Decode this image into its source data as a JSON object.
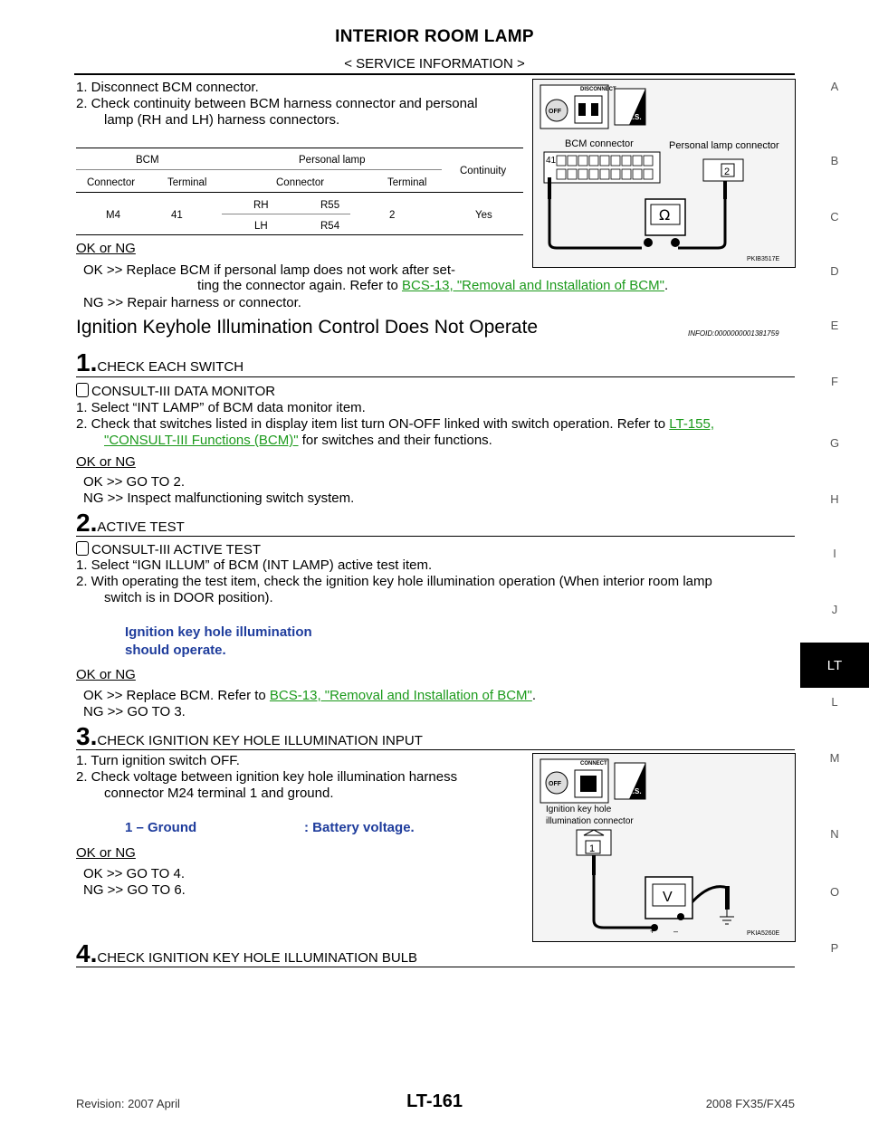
{
  "header": {
    "title": "INTERIOR ROOM LAMP",
    "subtitle": "< SERVICE INFORMATION >"
  },
  "side_index": [
    "A",
    "B",
    "C",
    "D",
    "E",
    "F",
    "G",
    "H",
    "I",
    "J",
    "LT",
    "L",
    "M",
    "N",
    "O",
    "P"
  ],
  "top_block": {
    "steps": [
      "1. Disconnect BCM connector.",
      "2. Check continuity between BCM harness connector and personal",
      "lamp (RH and LH) harness connectors."
    ],
    "table": {
      "group_bcm": "BCM",
      "group_personal": "Personal lamp",
      "continuity": "Continuity",
      "sub_connector": "Connector",
      "sub_terminal": "Terminal",
      "bcm_connector": "M4",
      "bcm_terminal": "41",
      "rh": "RH",
      "rh_conn": "R55",
      "lh": "LH",
      "lh_conn": "R54",
      "pl_terminal": "2",
      "result": "Yes"
    },
    "ok_ng": "OK or NG",
    "ok_line1": "OK    >> Replace BCM if personal lamp does not work after set-",
    "ok_line2_pre": "ting the connector again. Refer to ",
    "ok_link": "BCS-13, \"Removal and Installation of BCM\"",
    "ok_line2_post": ".",
    "ng_line": "NG    >> Repair harness or connector."
  },
  "figure1": {
    "disconnect": "DISCONNECT",
    "hs": "H.S.",
    "bcm_connector": "BCM connector",
    "personal_connector": "Personal lamp connector",
    "pin41": "41",
    "pin2": "2",
    "ohm": "Ω",
    "code": "PKIB3517E"
  },
  "section": {
    "heading": "Ignition Keyhole Illumination Control Does Not Operate",
    "infoid": "INFOID:0000000001381759"
  },
  "step1": {
    "num": "1.",
    "title": "CHECK EACH SWITCH",
    "mode": "CONSULT-III DATA MONITOR",
    "line1": "1. Select “INT LAMP” of BCM data monitor item.",
    "line2_pre": "2. Check that switches listed in display item list turn ON-OFF linked with switch operation. Refer to ",
    "link_a": "LT-155,",
    "link_b": "\"CONSULT-III Functions (BCM)\"",
    "line3_post": " for switches and their functions.",
    "ok_ng": "OK or NG",
    "ok": "OK    >> GO TO 2.",
    "ng": "NG    >> Inspect malfunctioning switch system."
  },
  "step2": {
    "num": "2.",
    "title": "ACTIVE TEST",
    "mode": "CONSULT-III ACTIVE TEST",
    "line1": "1. Select “IGN ILLUM” of BCM (INT LAMP) active test item.",
    "line2": "2. With operating the test item, check the ignition key hole illumination operation (When interior room lamp",
    "line3": "switch is in DOOR position).",
    "spec1": "Ignition key hole illumination",
    "spec2": "should operate.",
    "ok_ng": "OK or NG",
    "ok_pre": "OK    >> Replace BCM. Refer to ",
    "ok_link": "BCS-13, \"Removal and Installation of BCM\"",
    "ok_post": ".",
    "ng": "NG    >> GO TO 3."
  },
  "step3": {
    "num": "3.",
    "title": "CHECK IGNITION KEY HOLE ILLUMINATION INPUT",
    "line1": "1. Turn ignition switch OFF.",
    "line2": "2. Check voltage between ignition key hole illumination harness",
    "line3": "connector M24 terminal 1 and ground.",
    "spec_left": "1 – Ground",
    "spec_right": ": Battery voltage.",
    "ok_ng": "OK or NG",
    "ok": "OK    >> GO TO 4.",
    "ng": "NG    >> GO TO 6."
  },
  "figure2": {
    "connect": "CONNECT",
    "hs": "H.S.",
    "label1": "Ignition key hole",
    "label2": "illumination connector",
    "pin1": "1",
    "volt": "V",
    "plus": "+",
    "minus": "–",
    "code": "PKIA5260E"
  },
  "step4": {
    "num": "4.",
    "title": "CHECK IGNITION KEY HOLE ILLUMINATION BULB"
  },
  "footer": {
    "revision": "Revision: 2007 April",
    "page": "LT-161",
    "model": "2008 FX35/FX45"
  }
}
